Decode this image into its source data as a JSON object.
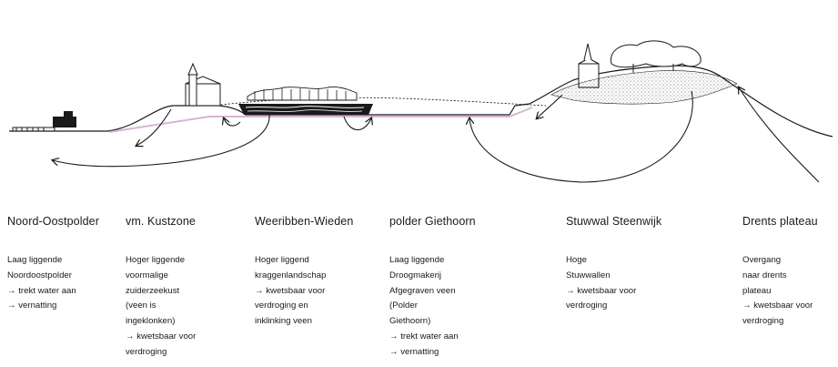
{
  "zones": [
    {
      "title": "Noord-Oostpolder",
      "lines": [
        "Laag liggende",
        "Noordoostpolder",
        "→ trekt water aan",
        "→ vernatting"
      ]
    },
    {
      "title": "vm. Kustzone",
      "lines": [
        "Hoger liggende",
        "voormalige",
        "zuiderzeekust",
        "(veen is",
        "ingeklonken)",
        "→ kwetsbaar voor",
        "verdroging"
      ]
    },
    {
      "title": "Weeribben-Wieden",
      "lines": [
        "Hoger liggend",
        "kraggenlandschap",
        "→ kwetsbaar voor",
        "verdroging en",
        "inklinking veen"
      ]
    },
    {
      "title": "polder Giethoorn",
      "lines": [
        "Laag liggende",
        "Droogmakerij",
        "Afgegraven veen",
        "(Polder",
        "Giethoorn)",
        "→ trekt water aan",
        "→ vernatting"
      ]
    },
    {
      "title": "Stuwwal Steenwijk",
      "lines": [
        "Hoge",
        "Stuwwallen",
        "→ kwetsbaar voor",
        "verdroging"
      ]
    },
    {
      "title": "Drents plateau",
      "lines": [
        "Overgang",
        "naar drents",
        "plateau",
        "→ kwetsbaar voor",
        "verdroging"
      ]
    }
  ],
  "colors": {
    "line": "#1a1a1a",
    "accent": "#d9b4d2"
  }
}
